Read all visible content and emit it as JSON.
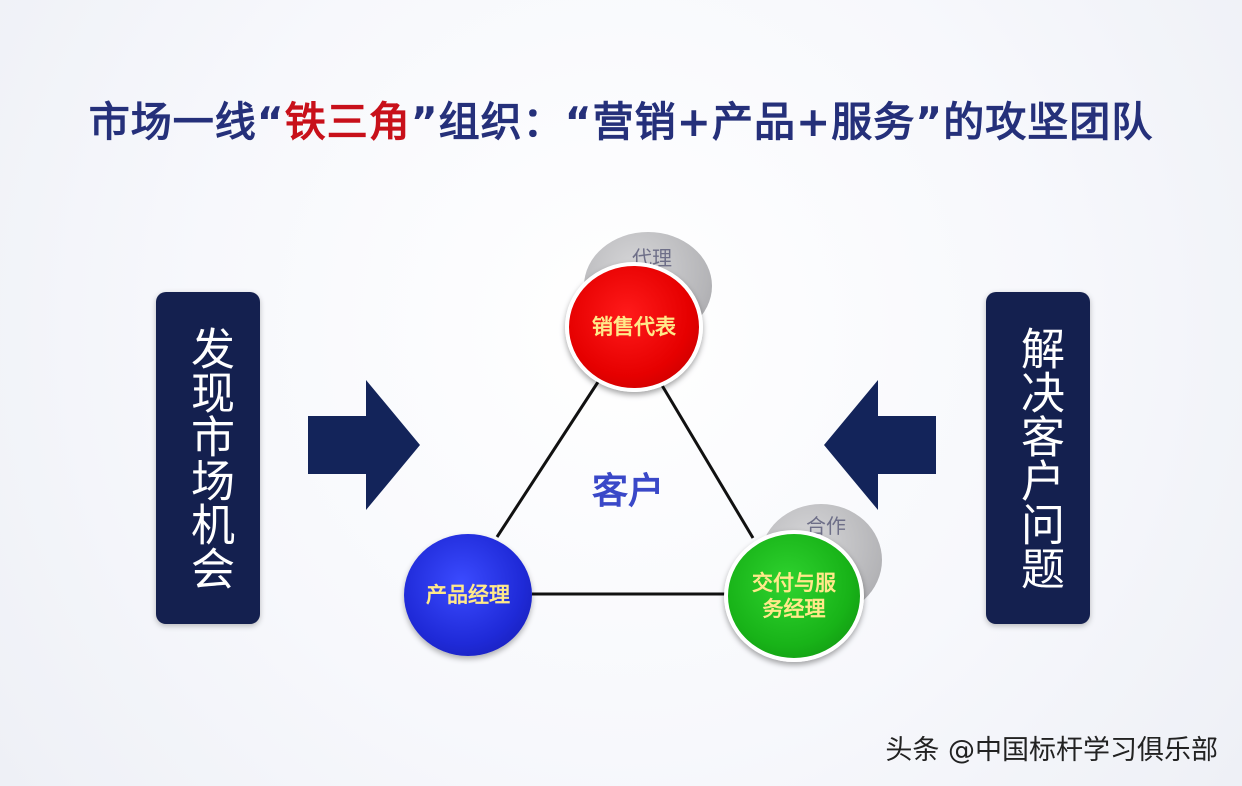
{
  "title": {
    "prefix": "市场一线“",
    "highlight": "铁三角",
    "suffix": "”组织：“营销+产品+服务”的攻坚团队"
  },
  "left_panel": {
    "text": "发现市场机会"
  },
  "right_panel": {
    "text": "解决客户问题"
  },
  "center_label": "客户",
  "nodes": {
    "sales": {
      "label": "销售代表",
      "shadow_label": "代理"
    },
    "product": {
      "label": "产品经理"
    },
    "delivery": {
      "label": "交付与服务经理",
      "shadow_label": "合作"
    }
  },
  "watermark": "头条 @中国标杆学习俱乐部",
  "colors": {
    "title": "#25307a",
    "title_highlight": "#c8101a",
    "panel": "#14204f",
    "arrow": "#13245a",
    "sales": "#e60000",
    "product": "#1f2ad8",
    "delivery": "#18b318",
    "node_text": "#ffe98a",
    "center_label": "#3a48c8"
  }
}
